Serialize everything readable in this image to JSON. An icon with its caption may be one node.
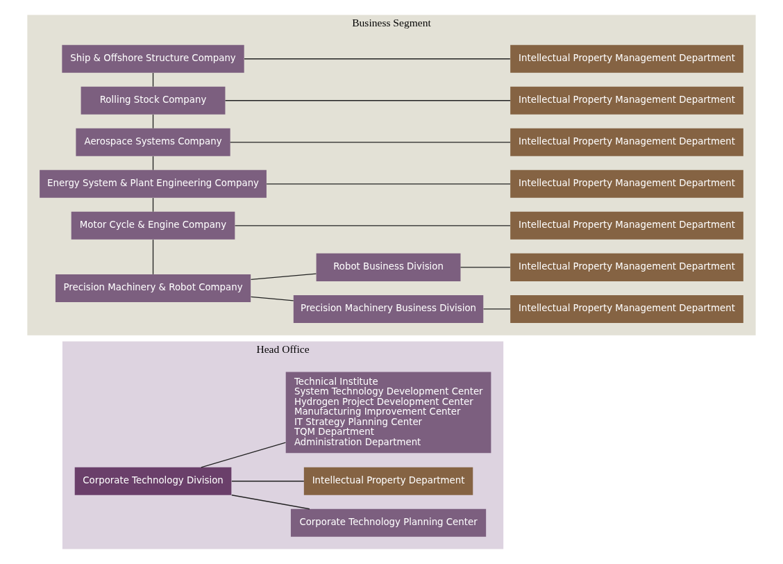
{
  "diagram": {
    "nodes": [
      {
        "text": [
          "Head Office"
        ]
      },
      {
        "text": [
          "Corporate Technology Division"
        ],
        "in": 0
      },
      {
        "text": [
          "Corporate Technology Planning Center"
        ],
        "in": 0
      },
      {
        "text": [
          "Intellectual Property Department"
        ],
        "in": 0
      },
      {
        "text": [
          "Technical Institute",
          "System Technology Development Center",
          "Hydrogen Project Development Center",
          "Manufacturing Improvement Center",
          "IT Strategy Planning Center",
          "TQM Department",
          "Administration Department"
        ],
        "in": 0
      },
      {
        "text": [
          "Business Segment"
        ]
      },
      {
        "text": [
          "Ship & Offshore Structure Company"
        ],
        "in": 5
      },
      {
        "text": [
          "Intellectual Property Management Department"
        ],
        "in": 5
      },
      {
        "text": [
          "Rolling Stock Company"
        ],
        "in": 5
      },
      {
        "text": [
          "Intellectual Property Management Department"
        ],
        "in": 5
      },
      {
        "text": [
          "Aerospace Systems Company"
        ],
        "in": 5
      },
      {
        "text": [
          "Intellectual Property Management Department"
        ],
        "in": 5
      },
      {
        "text": [
          "Energy System & Plant Engineering Company"
        ],
        "in": 5
      },
      {
        "text": [
          "Intellectual Property Management Department"
        ],
        "in": 5
      },
      {
        "text": [
          "Motor Cycle & Engine Company"
        ],
        "in": 5
      },
      {
        "text": [
          "Intellectual Property Management Department"
        ],
        "in": 5
      },
      {
        "text": [
          "Precision Machinery & Robot Company"
        ],
        "in": 5
      },
      {
        "text": [
          "Precision Machinery Business Division"
        ],
        "in": 5
      },
      {
        "text": [
          "Intellectual Property Management Department"
        ],
        "in": 5
      },
      {
        "text": [
          "Robot Business Division"
        ],
        "in": 5
      },
      {
        "text": [
          "Intellectual Property Management Department"
        ],
        "in": 5
      }
    ],
    "edges": [
      {
        "from": 1,
        "to": 2,
        "arrow": "none"
      },
      {
        "from": 1,
        "to": 3,
        "arrow": "none"
      },
      {
        "from": 1,
        "to": 4,
        "arrow": "none"
      },
      {
        "from": 6,
        "to": 8,
        "arrow": "none"
      },
      {
        "from": 8,
        "to": 10,
        "arrow": "none"
      },
      {
        "from": 10,
        "to": 12,
        "arrow": "none"
      },
      {
        "from": 12,
        "to": 14,
        "arrow": "none"
      },
      {
        "from": 14,
        "to": 16,
        "arrow": "none"
      },
      {
        "from": 6,
        "to": 7,
        "arrow": "none"
      },
      {
        "from": 8,
        "to": 9,
        "arrow": "none"
      },
      {
        "from": 10,
        "to": 11,
        "arrow": "none"
      },
      {
        "from": 12,
        "to": 13,
        "arrow": "none"
      },
      {
        "from": 14,
        "to": 15,
        "arrow": "none"
      },
      {
        "from": 16,
        "to": 17,
        "arrow": "none"
      },
      {
        "from": 16,
        "to": 19,
        "arrow": "none"
      },
      {
        "from": 17,
        "to": 18,
        "arrow": "none"
      },
      {
        "from": 19,
        "to": 20,
        "arrow": "none"
      }
    ]
  }
}
